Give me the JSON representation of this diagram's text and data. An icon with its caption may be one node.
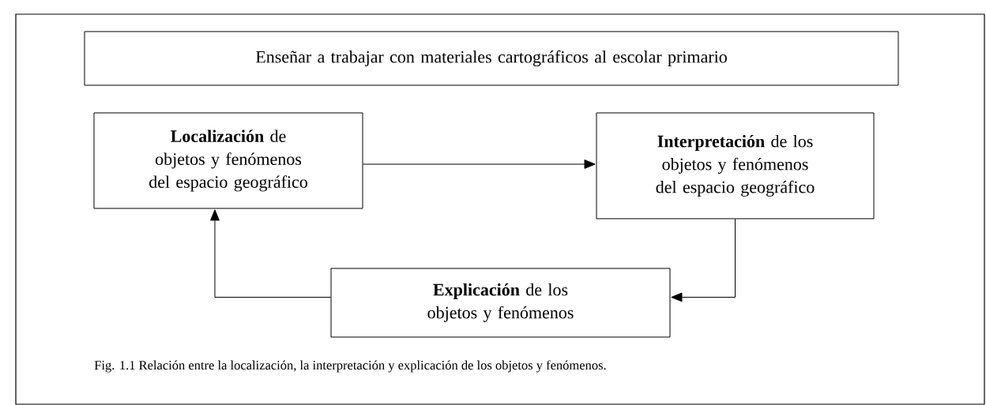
{
  "diagram": {
    "caption": "Fig. 1.1 Relación entre la localización, la interpretación y explicación de los objetos y fenómenos.",
    "nodes": [
      {
        "text": [
          "Enseñar a trabajar con materiales cartográficos al escolar primario"
        ]
      },
      {
        "text": [
          "**Localización** de objetos y fenómenos del espacio geográfico"
        ]
      },
      {
        "text": [
          "**Interpretación** de los objetos y fenómenos del espacio geográfico"
        ]
      },
      {
        "text": [
          "**Explicación** de los objetos y fenómenos"
        ]
      }
    ],
    "edges": [
      {
        "from": 1,
        "to": 2,
        "arrow": "to"
      },
      {
        "from": 2,
        "to": 3,
        "arrow": "to"
      },
      {
        "from": 3,
        "to": 1,
        "arrow": "to"
      }
    ]
  }
}
